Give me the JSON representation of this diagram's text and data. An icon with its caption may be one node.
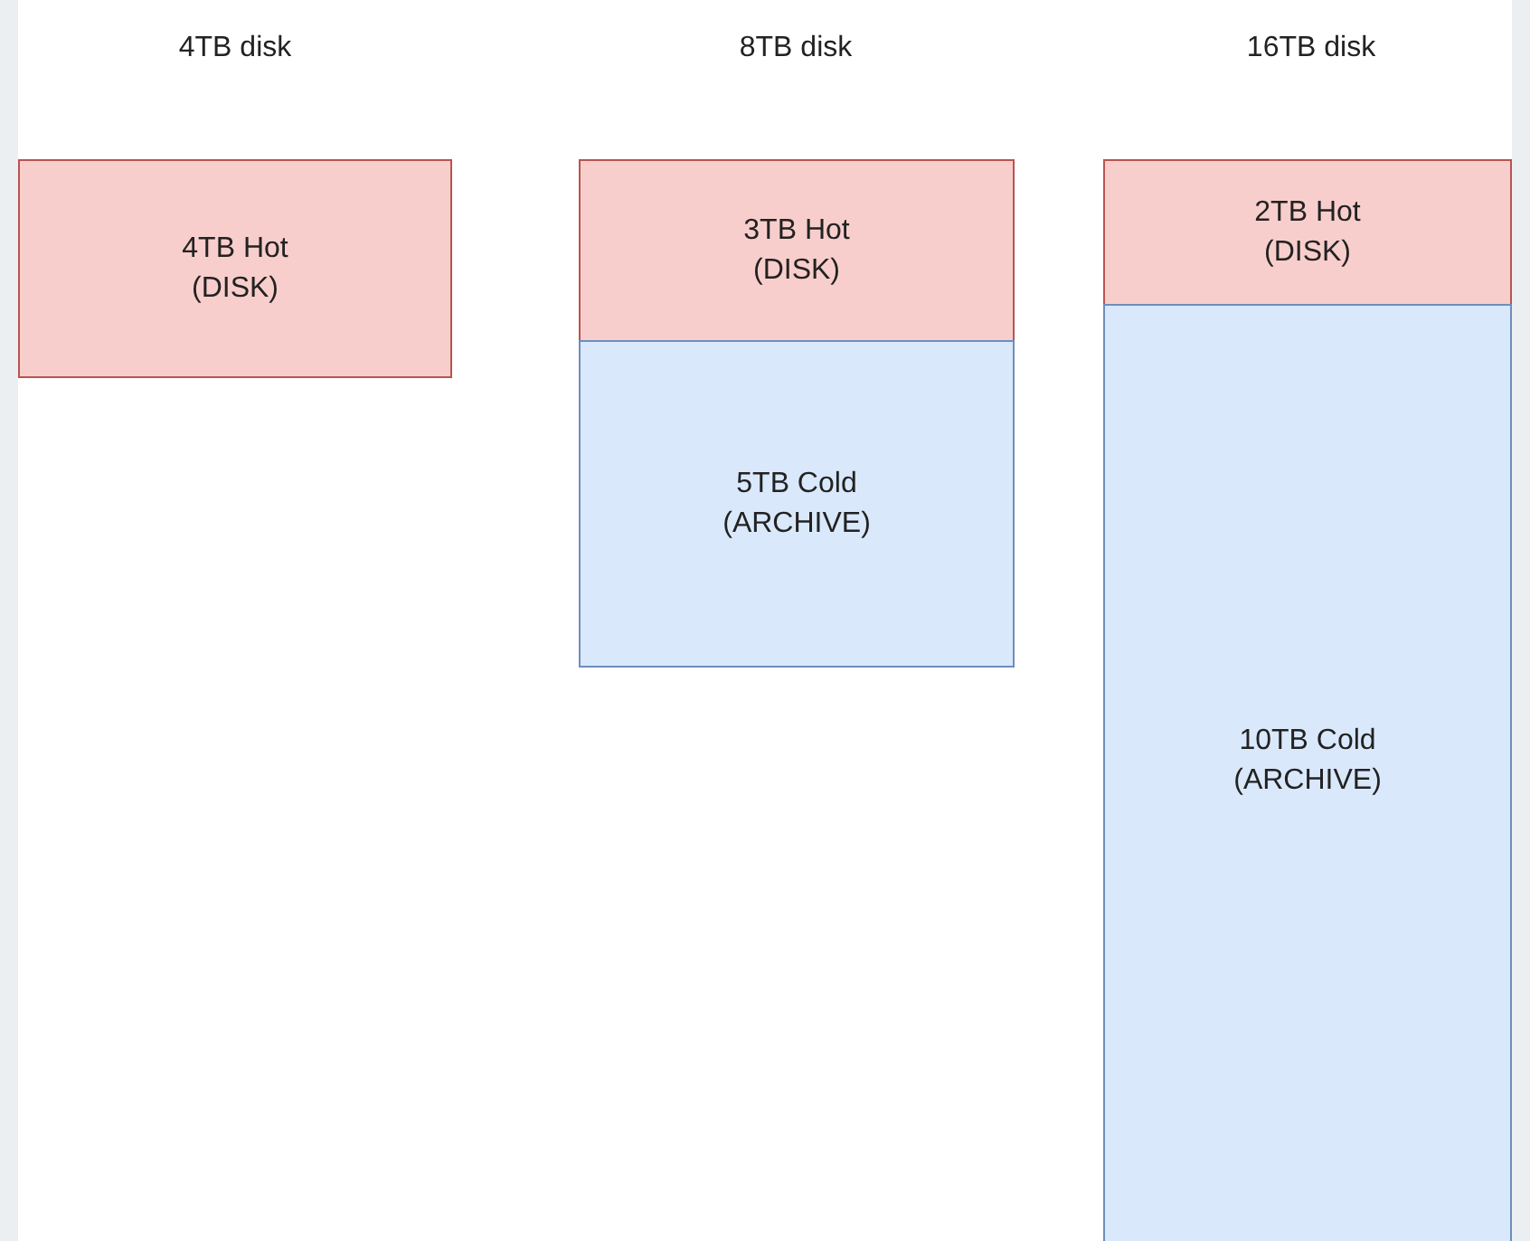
{
  "diagram": {
    "nodes": [
      {
        "text": [
          "4TB Hot (DISK)"
        ]
      },
      {
        "text": [
          "3TB Hot (DISK)"
        ]
      },
      {
        "text": [
          "5TB Cold (ARCHIVE)"
        ]
      },
      {
        "text": [
          "2TB Hot (DISK)"
        ]
      },
      {
        "text": [
          "10TB Cold (ARCHIVE)"
        ]
      }
    ],
    "edges": [],
    "labels": [
      "4TB disk",
      "8TB disk",
      "16TB disk"
    ]
  }
}
